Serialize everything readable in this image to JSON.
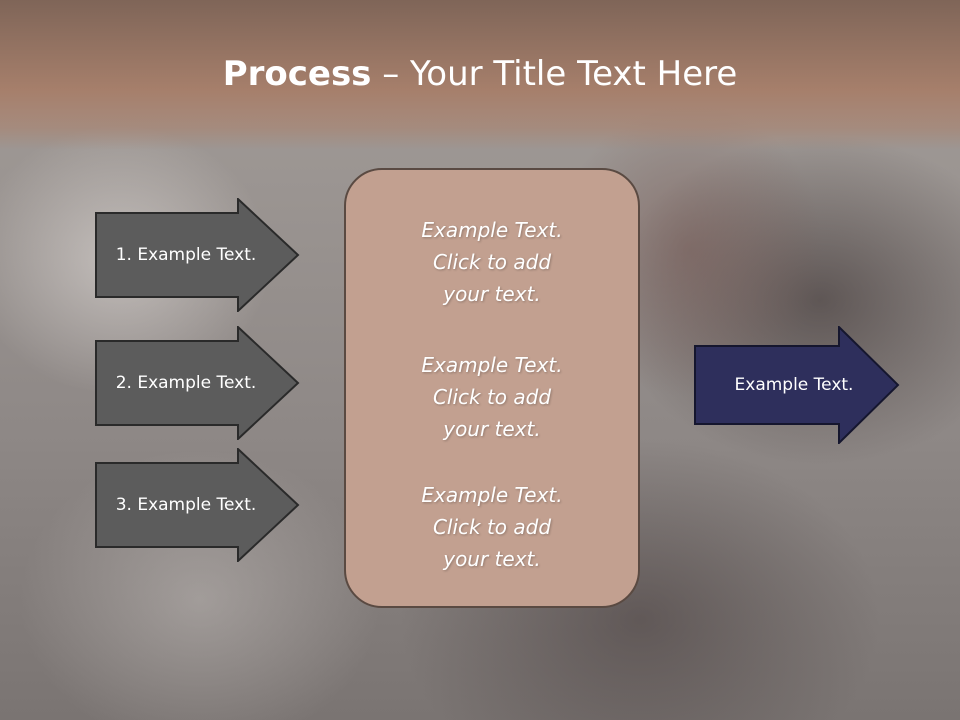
{
  "title": {
    "bold": "Process",
    "rest": " – Your Title Text Here"
  },
  "left_arrows": [
    {
      "label": "1. Example Text."
    },
    {
      "label": "2. Example Text."
    },
    {
      "label": "3. Example Text."
    }
  ],
  "center_box": {
    "blocks": [
      {
        "line1": "Example Text.",
        "line2": "Click  to add",
        "line3": "your text."
      },
      {
        "line1": "Example Text.",
        "line2": "Click  to add",
        "line3": "your text."
      },
      {
        "line1": "Example Text.",
        "line2": "Click  to add",
        "line3": "your text."
      }
    ]
  },
  "right_arrow": {
    "label": "Example Text."
  },
  "colors": {
    "header": "#a67f6b",
    "left_arrow_fill": "#5c5c5c",
    "right_arrow_fill": "#2e2f5c",
    "center_box_fill": "#c2a090"
  }
}
